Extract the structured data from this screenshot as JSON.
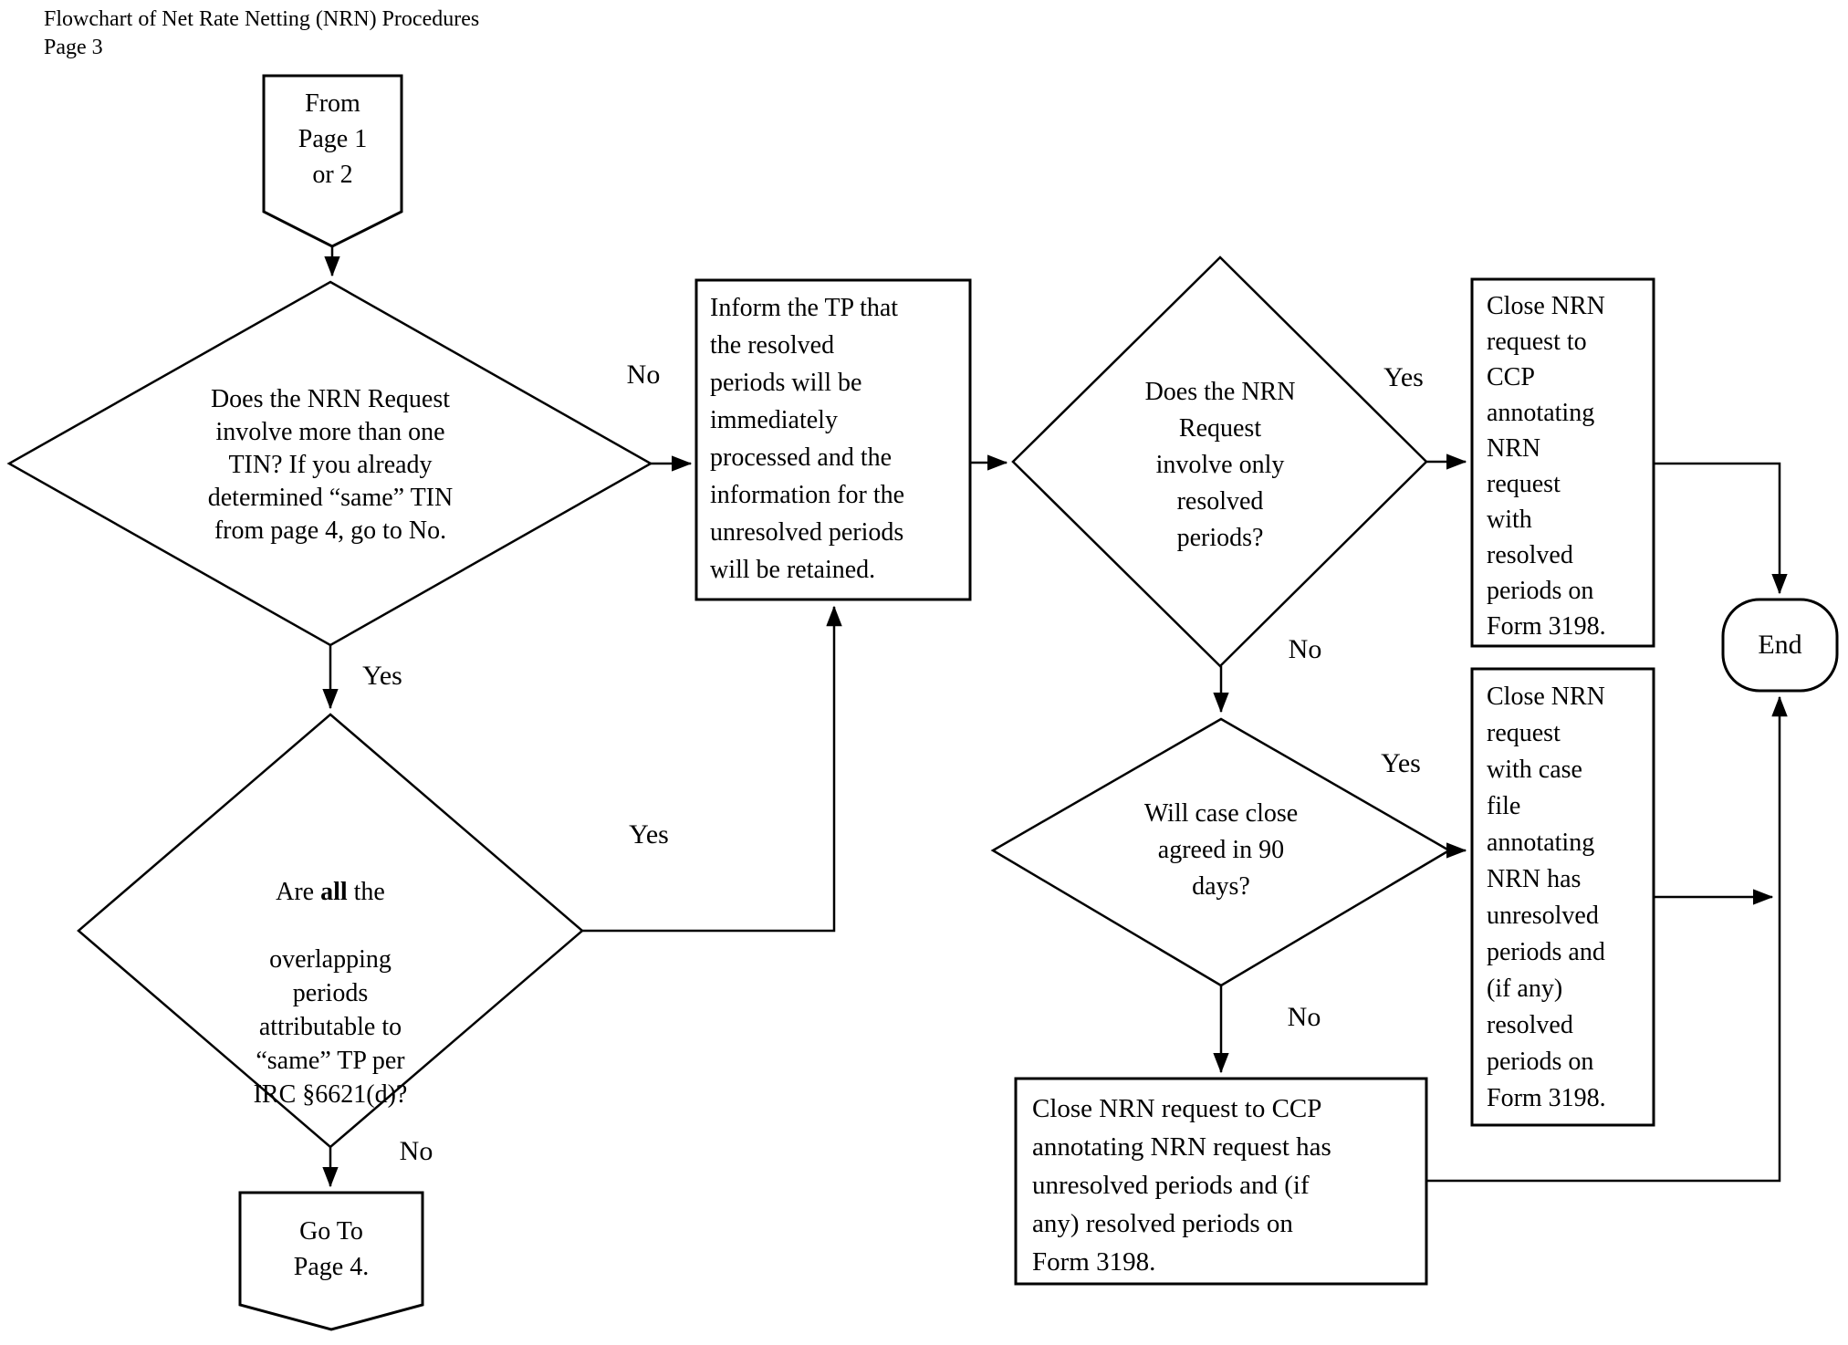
{
  "page": {
    "title_lines": [
      "Flowchart of Net Rate Netting (NRN) Procedures",
      "Page 3"
    ]
  },
  "colors": {
    "ink": "#000000",
    "paper": "#ffffff"
  },
  "nodes": {
    "from_connector": {
      "lines": [
        "From",
        "Page 1",
        "or 2"
      ]
    },
    "decision_multiple_tin": {
      "lines": [
        "Does the NRN Request",
        "involve more than one",
        "TIN? If you already",
        "determined “same” TIN",
        "from page 4, go to No."
      ]
    },
    "process_inform_tp": {
      "lines": [
        "Inform the TP that",
        "the resolved",
        "periods will be",
        "immediately",
        "processed and the",
        "information for the",
        "unresolved periods",
        "will be retained."
      ]
    },
    "decision_same_tp": {
      "before_bold": "Are ",
      "bold_word": "all",
      "after_bold": " the",
      "lines": [
        "overlapping",
        "periods",
        "attributable to",
        "“same” TP per",
        "IRC §6621(d)?"
      ]
    },
    "goto_connector": {
      "lines": [
        "Go To",
        "Page 4."
      ]
    },
    "decision_resolved_only": {
      "lines": [
        "Does the NRN",
        "Request",
        "involve only",
        "resolved",
        "periods?"
      ]
    },
    "decision_case_close": {
      "lines": [
        "Will case close",
        "agreed in 90",
        "days?"
      ]
    },
    "process_close_resolved": {
      "lines": [
        "Close NRN",
        "request to",
        "CCP",
        "annotating",
        "NRN",
        "request",
        "with",
        "resolved",
        "periods on",
        "Form 3198."
      ]
    },
    "process_close_case_file": {
      "lines": [
        "Close NRN",
        "request",
        "with case",
        "file",
        "annotating",
        "NRN has",
        "unresolved",
        "periods and",
        "(if any)",
        "resolved",
        "periods on",
        "Form 3198."
      ]
    },
    "process_close_ccp_unresolved": {
      "lines": [
        "Close NRN request to CCP",
        "annotating NRN request has",
        "unresolved periods and (if",
        "any) resolved periods on",
        "Form 3198."
      ]
    },
    "end_terminator": {
      "label": "End"
    }
  },
  "edge_labels": {
    "tin_no": "No",
    "tin_yes": "Yes",
    "same_tp_yes": "Yes",
    "same_tp_no": "No",
    "resolved_yes": "Yes",
    "resolved_no": "No",
    "close90_yes": "Yes",
    "close90_no": "No"
  }
}
